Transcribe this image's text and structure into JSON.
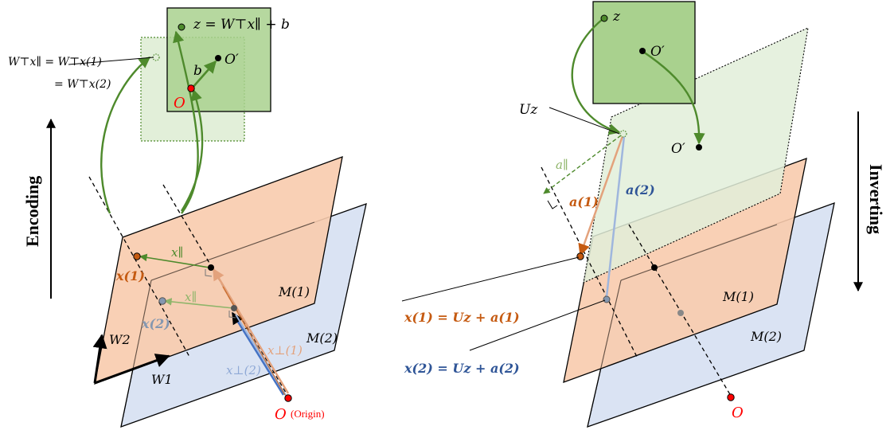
{
  "encoding_panel": {
    "latent_eq": "z = W⊤x∥ + b",
    "projection_eq_line1": "W⊤x∥ = W⊤x(1)",
    "projection_eq_line2": "= W⊤x(2)",
    "origin_latent": "O",
    "origin_prime": "O′",
    "bias": "b",
    "x_par_1": "x∥",
    "x_par_2": "x∥",
    "x1": "x(1)",
    "x2": "x(2)",
    "x_perp_1": "x⊥(1)",
    "x_perp_2": "x⊥(2)",
    "manifold_1": "M(1)",
    "manifold_2": "M(2)",
    "w1": "W1",
    "w2": "W2",
    "origin": "O",
    "origin_note": "(Origin)",
    "side_label": "Encoding"
  },
  "inverting_panel": {
    "z": "z",
    "origin_prime_latent": "O′",
    "origin_prime_data": "O′",
    "uz": "Uz",
    "a_par": "a∥",
    "a1": "a(1)",
    "a2": "a(2)",
    "eq_x1": "x(1) = Uz + a(1)",
    "eq_x2": "x(2) = Uz + a(2)",
    "manifold_1": "M(1)",
    "manifold_2": "M(2)",
    "origin": "O",
    "side_label": "Inverting"
  },
  "colors": {
    "green_dark": "#4e8a2c",
    "green_fill": "#a9d18e",
    "green_light": "#e2efd9",
    "orange_fill": "#f8cbad",
    "orange_text": "#c55a11",
    "blue_fill": "#dae3f3",
    "blue_text": "#2f5597",
    "red": "#ff0000",
    "light_green_text": "#7f9f3c"
  }
}
